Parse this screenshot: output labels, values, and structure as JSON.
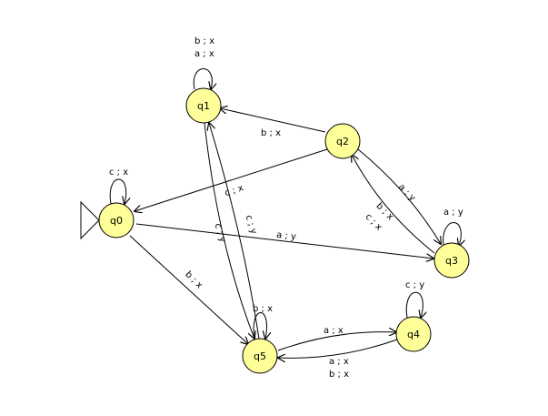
{
  "states": [
    {
      "id": "q0",
      "label": "q0",
      "initial": true
    },
    {
      "id": "q1",
      "label": "q1"
    },
    {
      "id": "q2",
      "label": "q2"
    },
    {
      "id": "q3",
      "label": "q3"
    },
    {
      "id": "q4",
      "label": "q4"
    },
    {
      "id": "q5",
      "label": "q5"
    }
  ],
  "transitions": [
    {
      "from": "q1",
      "to": "q1",
      "labels": [
        "b ; x",
        "a ; x"
      ]
    },
    {
      "from": "q0",
      "to": "q0",
      "labels": [
        "c ; x"
      ]
    },
    {
      "from": "q3",
      "to": "q3",
      "labels": [
        "a ; y"
      ]
    },
    {
      "from": "q4",
      "to": "q4",
      "labels": [
        "c ; y"
      ]
    },
    {
      "from": "q5",
      "to": "q5",
      "labels": [
        "b ; x"
      ]
    },
    {
      "from": "q2",
      "to": "q1",
      "labels": [
        "b ; x"
      ]
    },
    {
      "from": "q2",
      "to": "q0",
      "labels": [
        "c ; x"
      ]
    },
    {
      "from": "q2",
      "to": "q3",
      "labels": [
        "a ; y"
      ]
    },
    {
      "from": "q3",
      "to": "q2",
      "labels": [
        "b ; x",
        "c ; x"
      ]
    },
    {
      "from": "q0",
      "to": "q3",
      "labels": [
        "a ; y"
      ]
    },
    {
      "from": "q0",
      "to": "q5",
      "labels": [
        "b ; x"
      ]
    },
    {
      "from": "q1",
      "to": "q5",
      "labels": [
        "c ; y"
      ]
    },
    {
      "from": "q5",
      "to": "q1",
      "labels": [
        "c ; y"
      ]
    },
    {
      "from": "q5",
      "to": "q4",
      "labels": [
        "a ; x"
      ]
    },
    {
      "from": "q4",
      "to": "q5",
      "labels": [
        "a ; x",
        "b ; x"
      ]
    }
  ],
  "colors": {
    "state_fill": "#ffff99",
    "state_stroke": "#000000",
    "edge": "#000000",
    "background": "#ffffff"
  }
}
